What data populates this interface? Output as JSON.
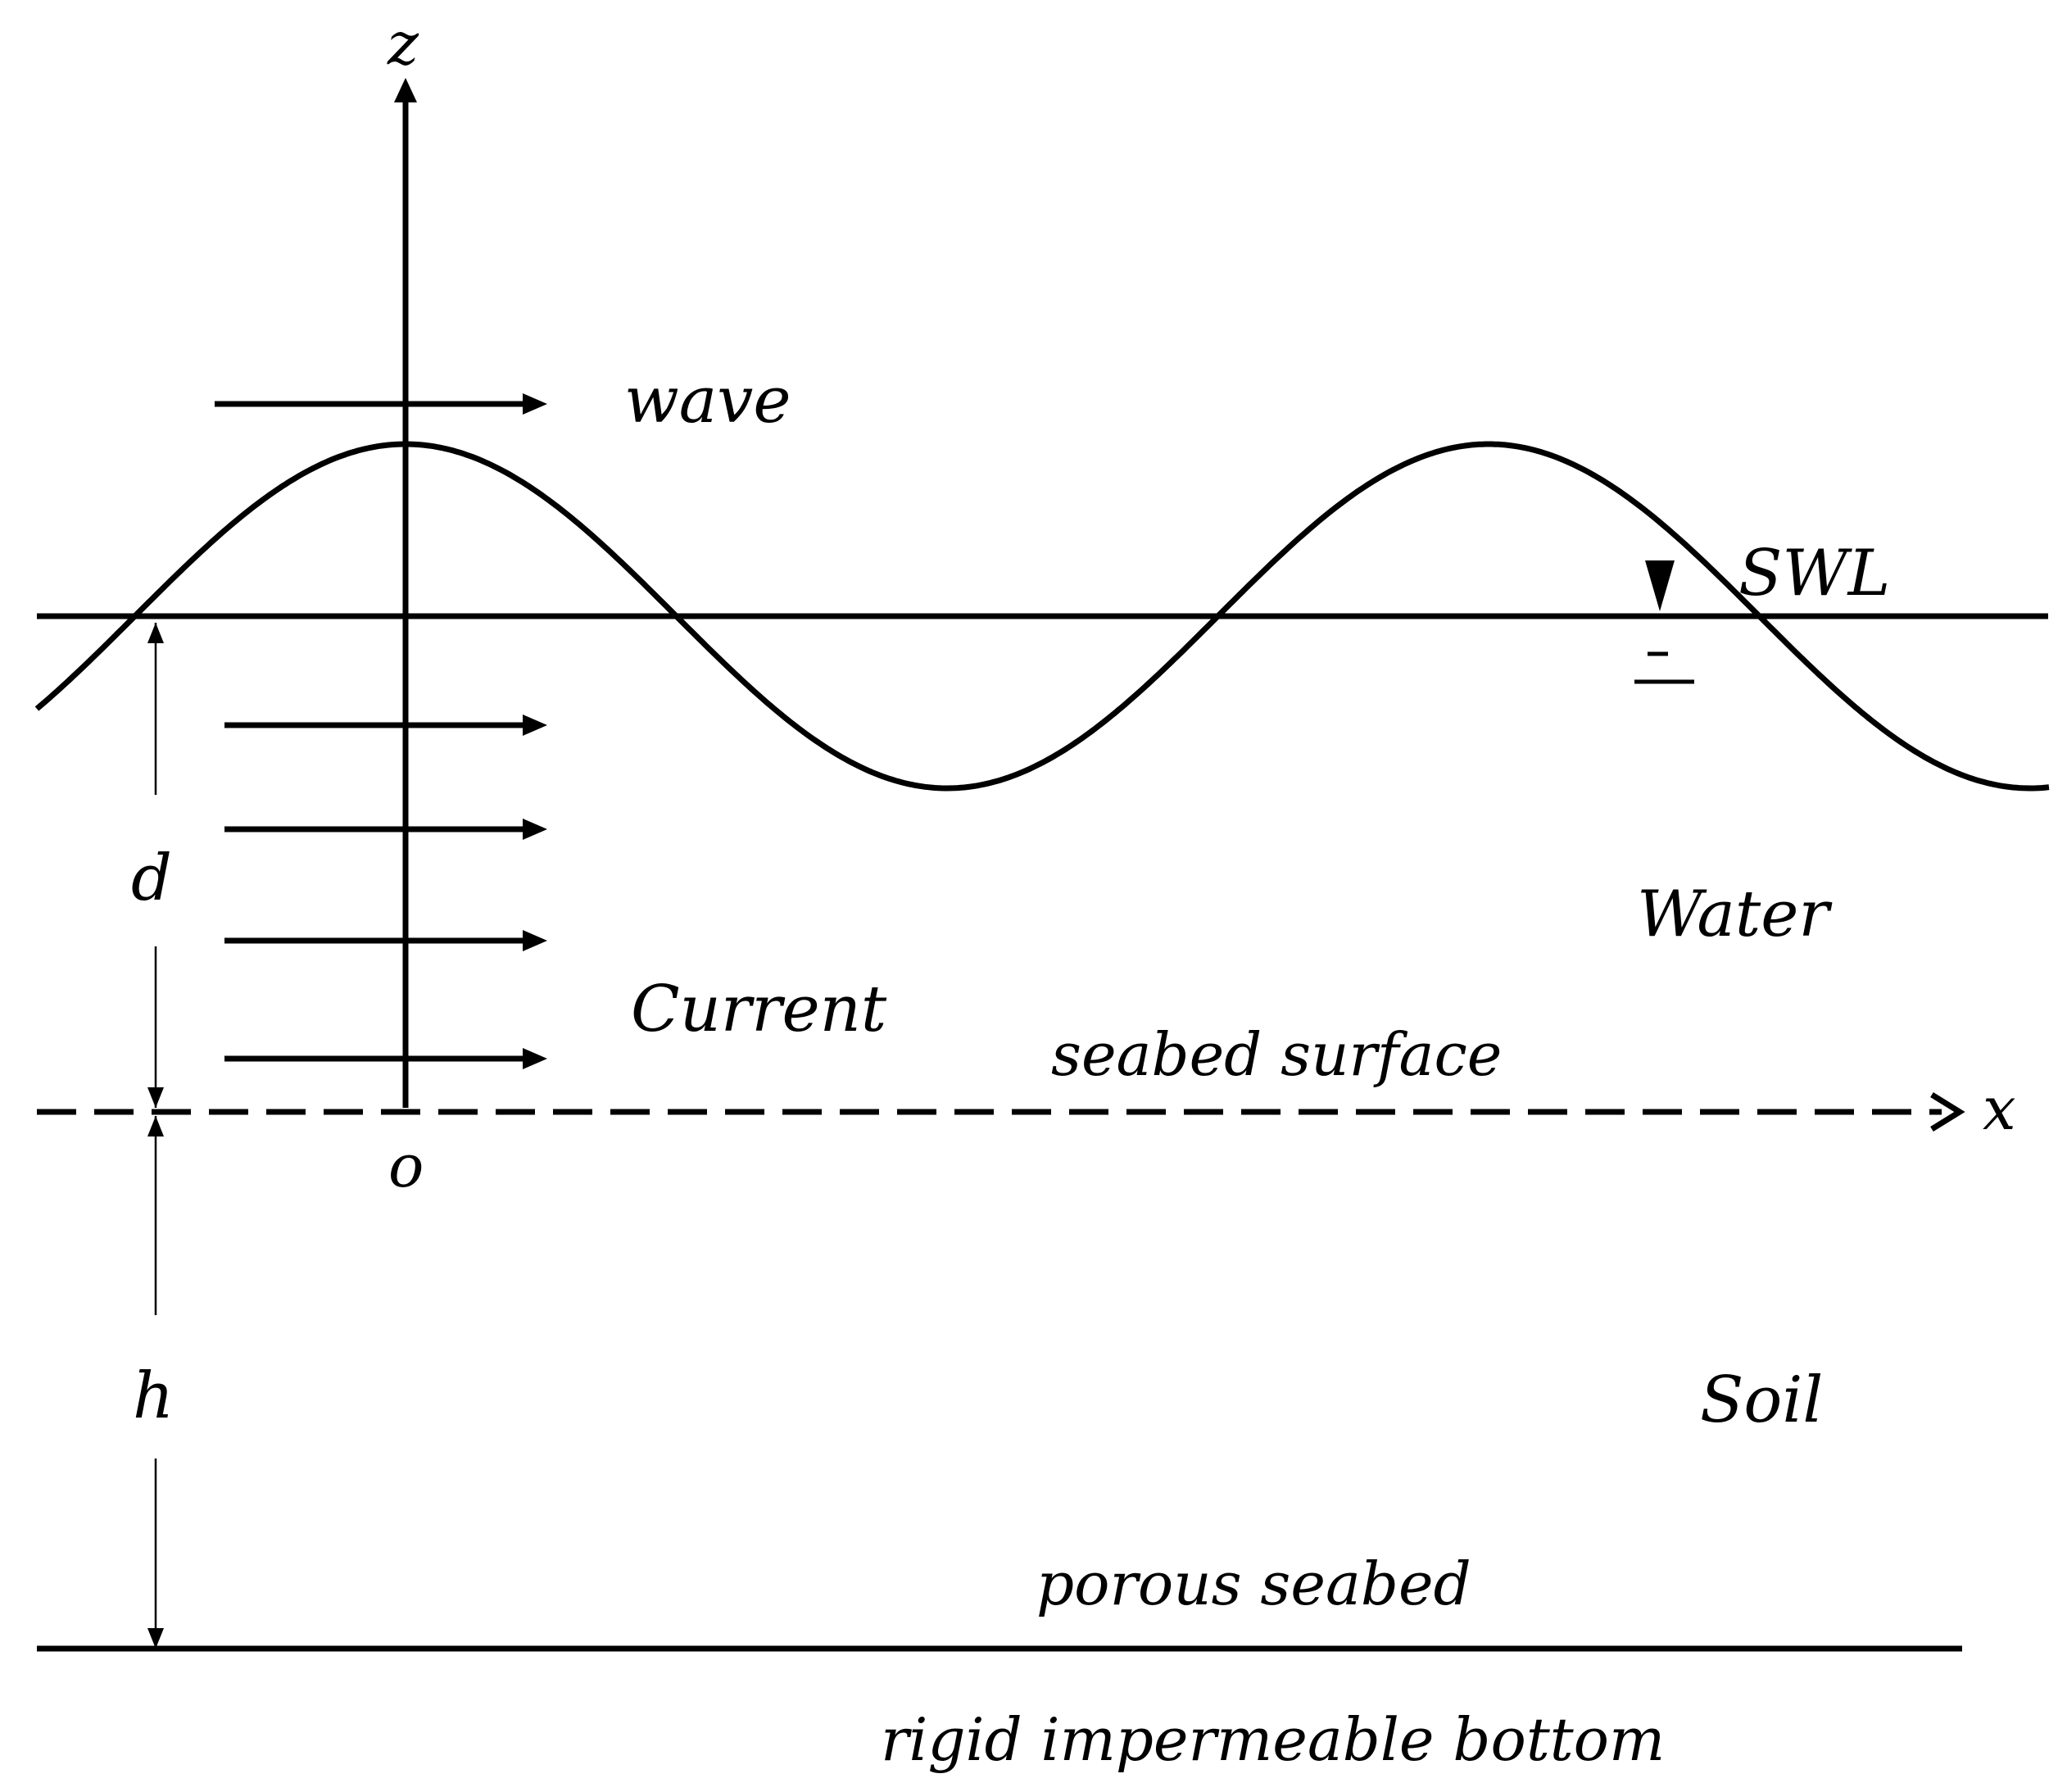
{
  "axes": {
    "z_label": "z",
    "x_label": "x",
    "origin_label": "o"
  },
  "labels": {
    "wave": "wave",
    "swl": "SWL",
    "water": "Water",
    "current": "Current",
    "seabed_surface": "seabed surface",
    "soil": "Soil",
    "porous_seabed": "porous seabed",
    "rigid_bottom": "rigid impermeable bottom"
  },
  "dimensions": {
    "water_depth": "d",
    "soil_thickness": "h"
  },
  "colors": {
    "ink": "#000000",
    "background": "#ffffff"
  }
}
